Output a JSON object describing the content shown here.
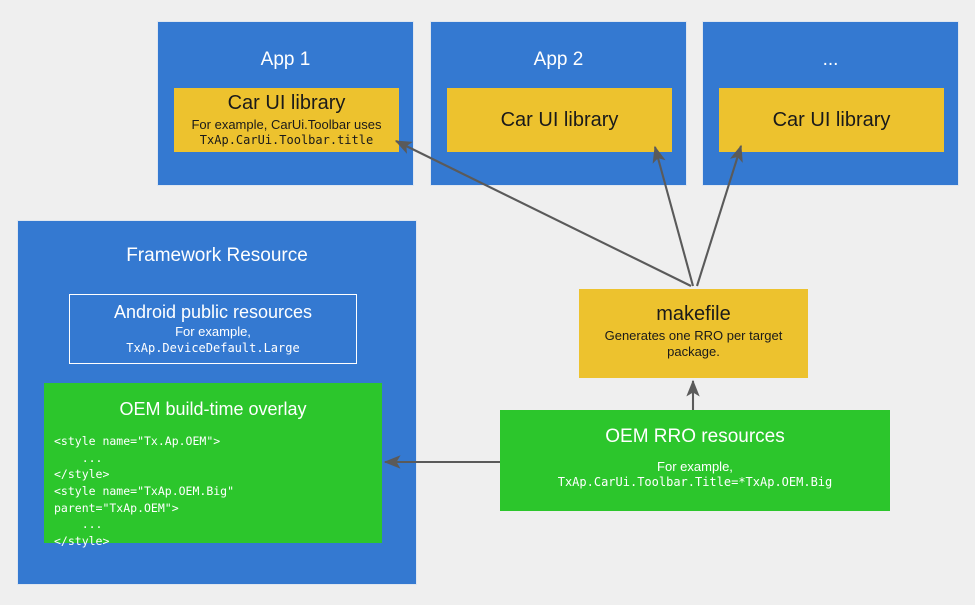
{
  "diagram": {
    "title": "Car UI library RRO resource overlay flow",
    "colors": {
      "background": "#efefef",
      "blue": "#3479d1",
      "yellow": "#edc22e",
      "green": "#2cc62c",
      "arrow": "#5a5a5a",
      "white": "#ffffff"
    },
    "apps": [
      {
        "title": "App 1",
        "library": {
          "name": "Car UI library",
          "example_label": "For example, CarUi.Toolbar uses",
          "example_code": "TxAp.CarUi.Toolbar.title"
        }
      },
      {
        "title": "App 2",
        "library": {
          "name": "Car UI library",
          "example_label": "",
          "example_code": ""
        }
      },
      {
        "title": "...",
        "library": {
          "name": "Car UI library",
          "example_label": "",
          "example_code": ""
        }
      }
    ],
    "framework": {
      "title": "Framework Resource",
      "public_resources": {
        "name": "Android public resources",
        "example_label": "For example,",
        "example_code": "TxAp.DeviceDefault.Large"
      },
      "build_overlay": {
        "name": "OEM build-time overlay",
        "code": "<style name=\"Tx.Ap.OEM\">\n    ...\n</style>\n<style name=\"TxAp.OEM.Big\"\nparent=\"TxAp.OEM\">\n    ...\n</style>"
      }
    },
    "makefile": {
      "name": "makefile",
      "description": "Generates one RRO per target package."
    },
    "rro": {
      "name": "OEM RRO resources",
      "example_label": "For example,",
      "example_code": "TxAp.CarUi.Toolbar.Title=*TxAp.OEM.Big"
    },
    "arrows": [
      {
        "name": "makefile-to-app1",
        "from": "makefile",
        "to": "app-1-car-ui-library"
      },
      {
        "name": "makefile-to-app2",
        "from": "makefile",
        "to": "app-2-car-ui-library"
      },
      {
        "name": "makefile-to-app3",
        "from": "makefile",
        "to": "app-3-car-ui-library"
      },
      {
        "name": "rro-to-makefile",
        "from": "oem-rro-resources",
        "to": "makefile"
      },
      {
        "name": "rro-to-build-overlay",
        "from": "oem-rro-resources",
        "to": "oem-build-time-overlay"
      }
    ]
  }
}
